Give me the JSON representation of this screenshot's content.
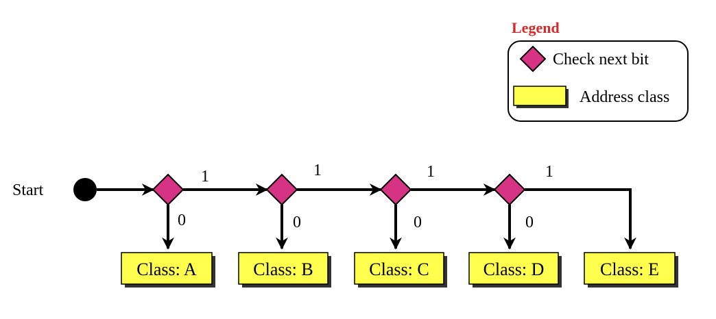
{
  "legend": {
    "title": "Legend",
    "check_label": "Check next bit",
    "class_label": "Address class"
  },
  "start_label": "Start",
  "colors": {
    "diamond": "#d63384",
    "box": "#ffff4d",
    "legend_title": "#d42a2a"
  },
  "branch_labels": {
    "one": "1",
    "zero": "0"
  },
  "classes": [
    "Class: A",
    "Class: B",
    "Class: C",
    "Class: D",
    "Class: E"
  ]
}
